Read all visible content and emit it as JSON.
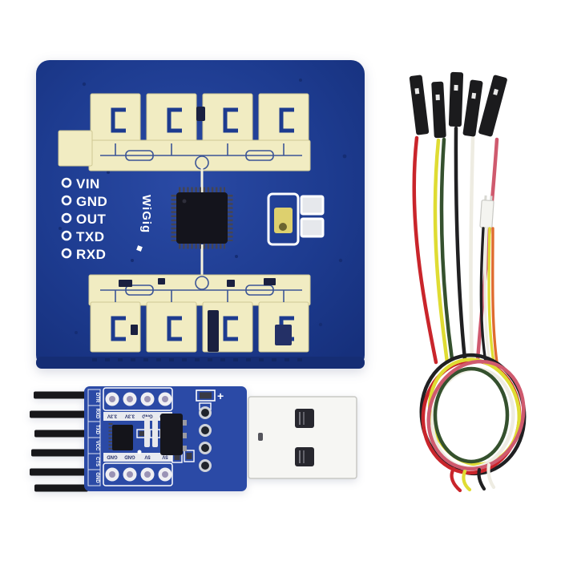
{
  "scene": {
    "background": "#ffffff",
    "subject": "mmWave radar sensor module kit with USB serial adapter and jumper wires"
  },
  "radar_board": {
    "pcb_color": "#1d3b8f",
    "pcb_dark_color": "#152d74",
    "antenna_color": "#f1ecc2",
    "antenna_shade_color": "#d9d2a0",
    "trace_color": "#f6f3dd",
    "chip_color": "#14141c",
    "chip_pin_color": "#454552",
    "silkscreen_color": "#ffffff",
    "led_color": "#ddd06e",
    "led_spot_color": "#6b6430",
    "cap_color": "#e6e8ec",
    "pin_labels": [
      "VIN",
      "GND",
      "OUT",
      "TXD",
      "RXD"
    ],
    "wigig_label": "WiGig"
  },
  "usb_adapter": {
    "pcb_color": "#2b4aa6",
    "pin_color": "#17171a",
    "usb_shell_color": "#f6f6f3",
    "usb_hole_color": "#27272e",
    "chip_color": "#14141a",
    "regulator_color": "#16161d",
    "lead_color": "#9a9aa2",
    "pad_ring_color": "#efeff3",
    "pad_center_color": "#9a93b5",
    "label_strip_color": "#e8eaf0",
    "top_pad_labels": [
      "3.3V",
      "3.3V",
      "GND",
      "GND"
    ],
    "bottom_pad_labels": [
      "GND",
      "GND",
      "5V",
      "5V"
    ],
    "edge_pin_labels": [
      "DTR",
      "RXD",
      "TXD",
      "VCC",
      "CTS",
      "GND"
    ],
    "plus_mark": "+"
  },
  "jumper_wires": {
    "housing_color": "#1b1b1d",
    "housing_window_color": "#e8e8e8",
    "jst_shell_color": "#f4f4f0",
    "colors": {
      "red": "#c9252b",
      "yellow": "#dfdc33",
      "black": "#202022",
      "white": "#eeece2",
      "green": "#35512e",
      "pink": "#cf5a6e",
      "orange": "#df6b2f"
    }
  }
}
